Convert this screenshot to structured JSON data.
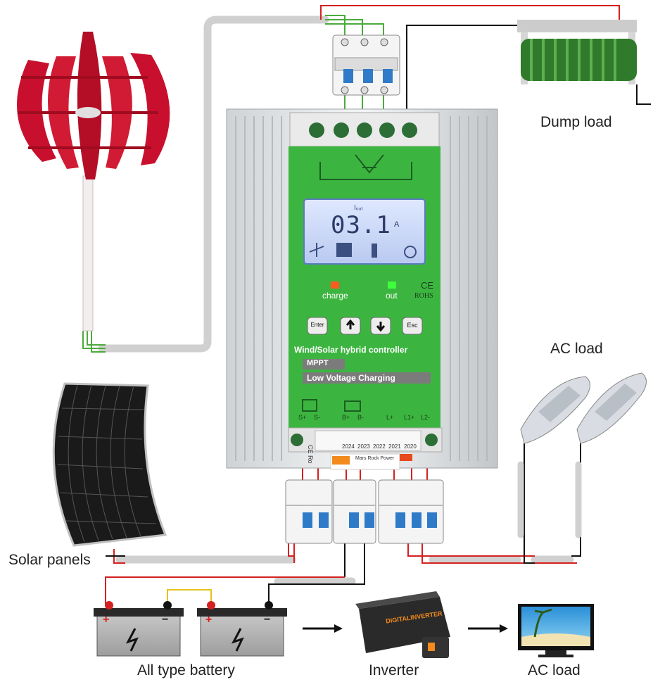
{
  "labels": {
    "dump_load": "Dump load",
    "ac_load_top": "AC load",
    "solar_panels": "Solar panels",
    "battery": "All type battery",
    "inverter": "Inverter",
    "ac_load_bottom": "AC load"
  },
  "controller": {
    "lcd_reading": "03.1",
    "lcd_unit": "A",
    "lcd_top_mark": "Iₒᵤₜ",
    "charge_led": "charge",
    "out_led": "out",
    "ce_mark": "CE",
    "rohs_mark": "ROHS",
    "buttons": {
      "enter": "Enter",
      "esc": "Esc"
    },
    "title": "Wind/Solar hybrid controller",
    "mppt": "MPPT",
    "low_voltage": "Low Voltage Charging",
    "terminals": {
      "s_plus": "S+",
      "s_minus": "S-",
      "b_plus": "B+",
      "b_minus": "B-",
      "l_plus": "L+",
      "l1_plus": "L1+",
      "l2_minus": "L2-"
    },
    "sticker_years": [
      "2024",
      "2023",
      "2022",
      "2021",
      "2020"
    ],
    "sticker_text": "Mars Rock Power",
    "side_marks": "CE Ro"
  },
  "battery": {
    "plus": "+",
    "minus": "−"
  },
  "inverter_brand": "DIGITALINVERTER",
  "colors": {
    "panel_green": "#3cb540",
    "wire_red": "#d42020",
    "wire_black": "#111111",
    "wire_green": "#4caa3c",
    "wire_yellow": "#e6c21c",
    "conduit": "#d0d0d0",
    "turbine_red": "#c8102e"
  }
}
